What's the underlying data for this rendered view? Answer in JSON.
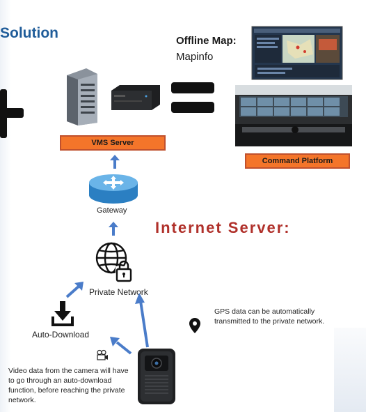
{
  "title": "Solution",
  "offline_map": {
    "title": "Offline Map:",
    "subtitle": "Mapinfo"
  },
  "labels": {
    "vms_server": "VMS Server",
    "command_platform": "Command Platform",
    "gateway": "Gateway",
    "private_network": "Private Network",
    "auto_download": "Auto-Download",
    "internet_server": "Internet Server:"
  },
  "notes": {
    "gps": "GPS data can be automatically transmitted to the private network.",
    "video": "Video data from the camera will have to go through an auto-download function, before reaching the private network."
  },
  "icons": {
    "server": "server-tower-icon",
    "rack": "rack-server-icon",
    "router": "router-icon",
    "globe_lock": "globe-lock-icon",
    "download": "download-icon",
    "location": "location-pin-icon",
    "camera": "video-camera-icon",
    "body_cam": "body-camera-icon"
  },
  "colors": {
    "title": "#1f5c99",
    "label_fill": "#f4752a",
    "label_border": "#c0502d",
    "internet_text": "#b0302a",
    "arrow": "#4a7cc9"
  }
}
